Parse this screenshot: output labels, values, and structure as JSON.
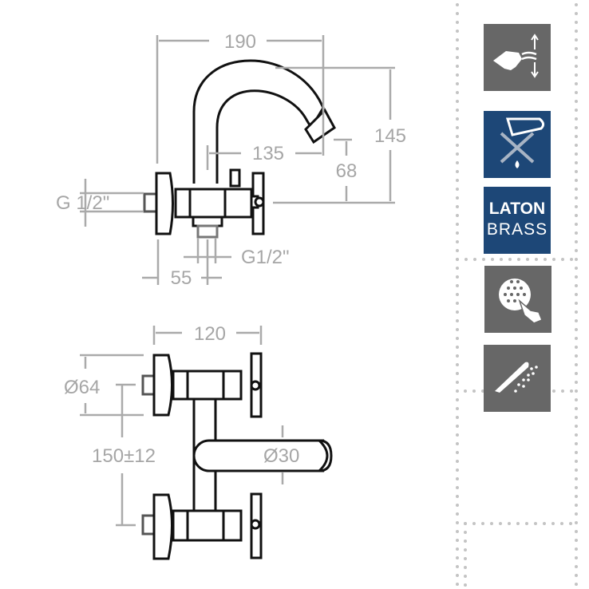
{
  "side_view": {
    "dims": {
      "width": "190",
      "height": "145",
      "reach": "135",
      "spout_height": "68",
      "inlet": "G 1/2\"",
      "outlet": "G1/2\"",
      "offset": "55"
    }
  },
  "top_view": {
    "dims": {
      "width": "120",
      "handle_diameter": "Ø64",
      "centers": "150±12",
      "spout_diameter": "Ø30"
    }
  },
  "features": {
    "icons": [
      "hand-adjust-icon",
      "no-limescale-icon",
      "material-icon",
      "easy-clean-aerator-icon",
      "shower-spray-icon"
    ],
    "material_line1": "LATON",
    "material_line2": "BRASS",
    "colors": {
      "gray_tile": "#676767",
      "blue_tile": "#1d4777",
      "dim_gray": "#a6a6a6"
    }
  }
}
